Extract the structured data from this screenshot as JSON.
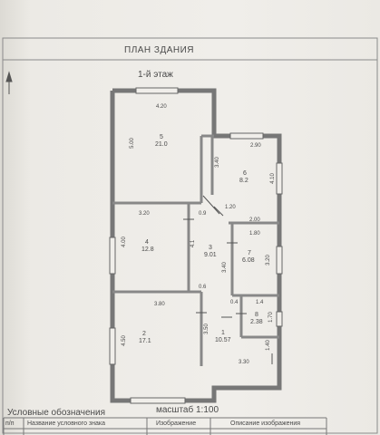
{
  "sheet": {
    "title": "ПЛАН ЗДАНИЯ",
    "floor_label": "1-й этаж",
    "scale_text": "масштаб 1:100",
    "legend_title": "Условные обозначения",
    "legend_headers": {
      "num": "п/п",
      "name": "Название условного знака",
      "image": "Изображение",
      "description": "Описание изображения"
    }
  },
  "rooms": [
    {
      "id": "5",
      "area": "21.0"
    },
    {
      "id": "6",
      "area": "8.2"
    },
    {
      "id": "4",
      "area": "12.8"
    },
    {
      "id": "3",
      "area": "9.01"
    },
    {
      "id": "7",
      "area": "6.08"
    },
    {
      "id": "2",
      "area": "17.1"
    },
    {
      "id": "1",
      "area": "10.57"
    },
    {
      "id": "8",
      "area": "2.38"
    }
  ],
  "dimensions": {
    "d420": "4.20",
    "d500": "5.00",
    "d290": "2.90",
    "d340a": "3.40",
    "d410a": "4.10",
    "d320a": "3.20",
    "d090": "0.9",
    "d120": "1.20",
    "d200": "2.00",
    "d400": "4.00",
    "d410b": "4.1",
    "d180": "1.80",
    "d340b": "3.40",
    "d320b": "3.20",
    "d060": "0.6",
    "d380": "3.80",
    "d040": "0.4",
    "d140": "1.4",
    "d170": "1.70",
    "d450": "4.50",
    "d350": "3.50",
    "d140b": "1.40",
    "d330": "3.30"
  }
}
